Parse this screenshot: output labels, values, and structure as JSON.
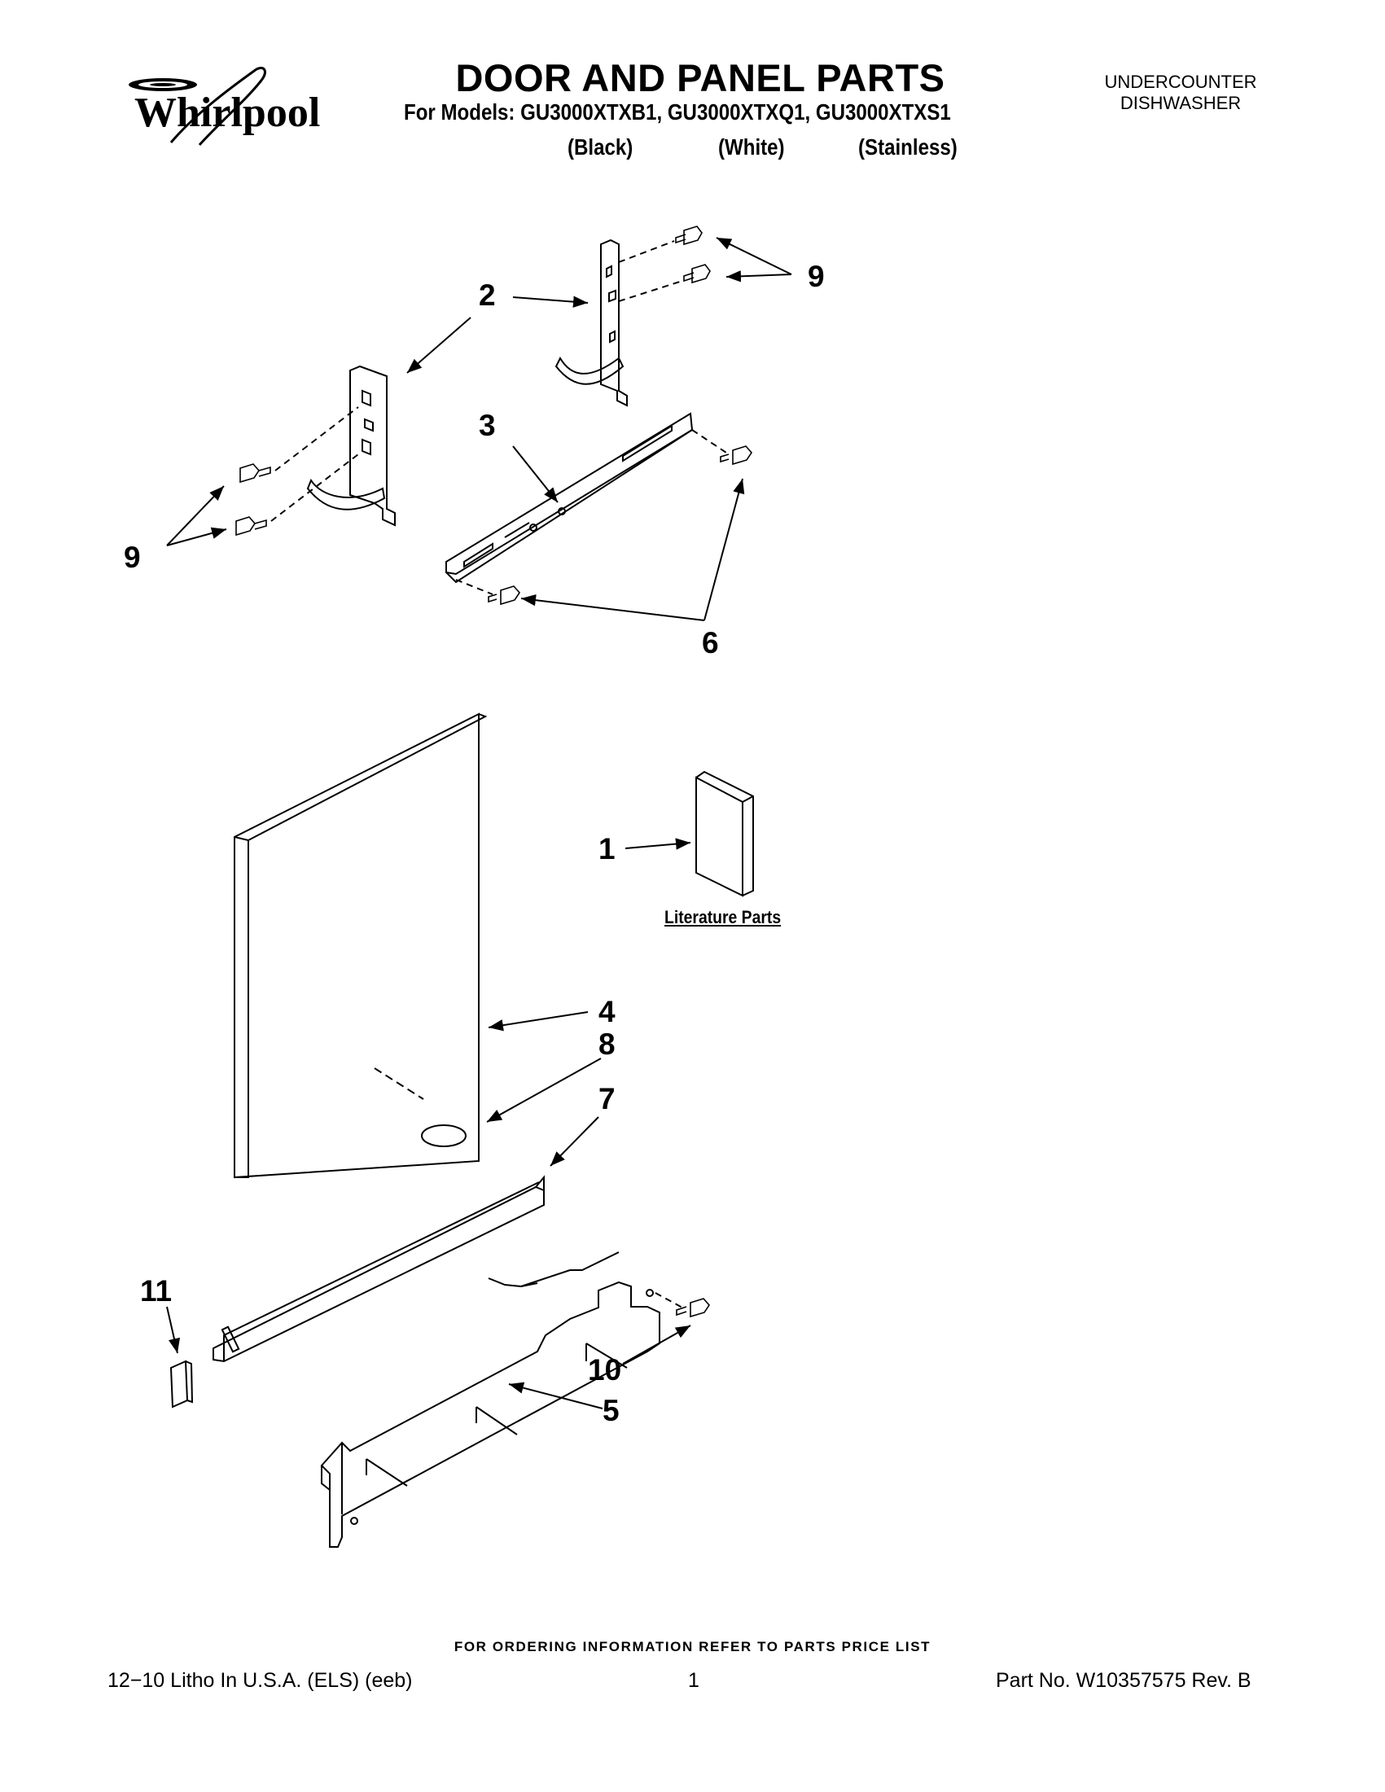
{
  "header": {
    "brand": "Whirlpool",
    "title": "DOOR AND PANEL PARTS",
    "models_line": "For Models: GU3000XTXB1, GU3000XTXQ1, GU3000XTXS1",
    "colors": [
      "(Black)",
      "(White)",
      "(Stainless)"
    ],
    "product_type_line1": "UNDERCOUNTER",
    "product_type_line2": "DISHWASHER"
  },
  "diagram": {
    "callouts": {
      "c1": "1",
      "c2": "2",
      "c3": "3",
      "c4": "4",
      "c5": "5",
      "c6": "6",
      "c7": "7",
      "c8": "8",
      "c9a": "9",
      "c9b": "9",
      "c10": "10",
      "c11": "11"
    },
    "literature_label": "Literature Parts"
  },
  "footer": {
    "ordering_note": "FOR ORDERING INFORMATION REFER TO PARTS PRICE LIST",
    "litho": "12−10 Litho In U.S.A. (ELS) (eeb)",
    "page_number": "1",
    "part_number": "Part No. W10357575 Rev. B"
  }
}
